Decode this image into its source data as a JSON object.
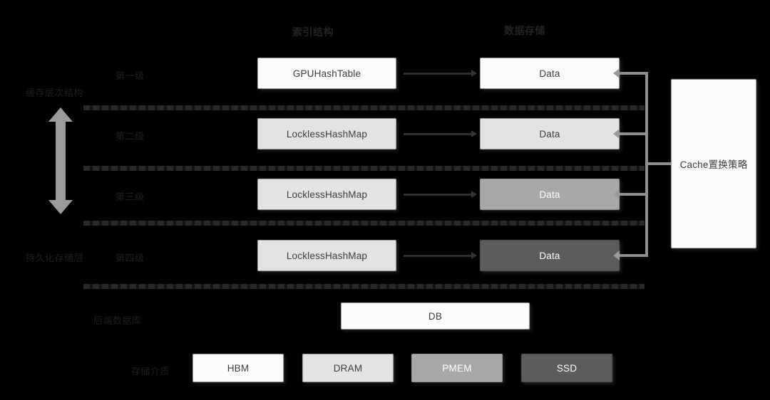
{
  "headers": {
    "index_column": "索引结构",
    "data_column": "数据存储"
  },
  "tier_labels": {
    "tier1": "第一级",
    "tier2": "第二级",
    "tier3": "第三级",
    "tier4": "第四级",
    "cache_group": "缓存层次结构",
    "persist_group": "持久化存储层",
    "db_label": "后端数据库",
    "media_label": "存储介质"
  },
  "rows": [
    {
      "index_label": "GPUHashTable",
      "index_fill": "fill-white",
      "data_label": "Data",
      "data_fill": "fill-white"
    },
    {
      "index_label": "LocklessHashMap",
      "index_fill": "fill-light",
      "data_label": "Data",
      "data_fill": "fill-light"
    },
    {
      "index_label": "LocklessHashMap",
      "index_fill": "fill-light",
      "data_label": "Data",
      "data_fill": "fill-mid"
    },
    {
      "index_label": "LocklessHashMap",
      "index_fill": "fill-light",
      "data_label": "Data",
      "data_fill": "fill-dark"
    }
  ],
  "cache_policy": {
    "label": "Cache置换策略"
  },
  "database": {
    "label": "DB"
  },
  "media": [
    {
      "label": "HBM",
      "fill": "fill-white"
    },
    {
      "label": "DRAM",
      "fill": "fill-light"
    },
    {
      "label": "PMEM",
      "fill": "fill-mid"
    },
    {
      "label": "SSD",
      "fill": "fill-dark"
    }
  ],
  "colors": {
    "background": "#000000",
    "white_fill": "#fbfbfb",
    "light_fill": "#e3e3e3",
    "mid_fill": "#a8a8a8",
    "dark_fill": "#5c5c5c",
    "connector": "#8e8e8e",
    "dim_text": "#1e1e1e"
  }
}
